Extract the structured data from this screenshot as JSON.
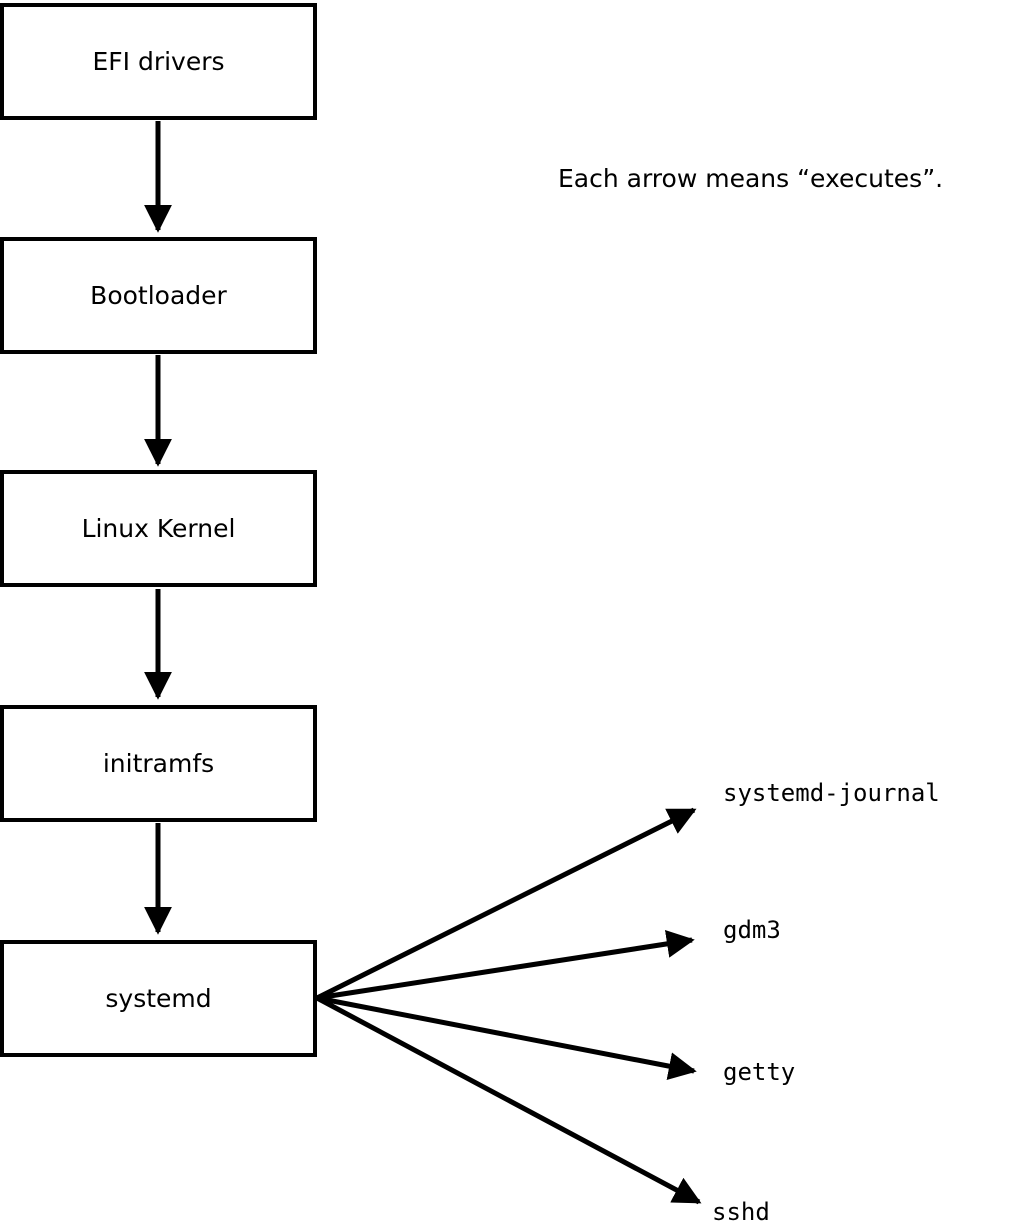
{
  "diagram": {
    "caption": "Each arrow means “executes”.",
    "boxes": [
      {
        "label": "EFI drivers"
      },
      {
        "label": "Bootloader"
      },
      {
        "label": "Linux Kernel"
      },
      {
        "label": "initramfs"
      },
      {
        "label": "systemd"
      }
    ],
    "targets": [
      {
        "label": "systemd-journal"
      },
      {
        "label": "gdm3"
      },
      {
        "label": "getty"
      },
      {
        "label": "sshd"
      }
    ],
    "colors": {
      "stroke": "#000000",
      "background": "#ffffff"
    }
  }
}
